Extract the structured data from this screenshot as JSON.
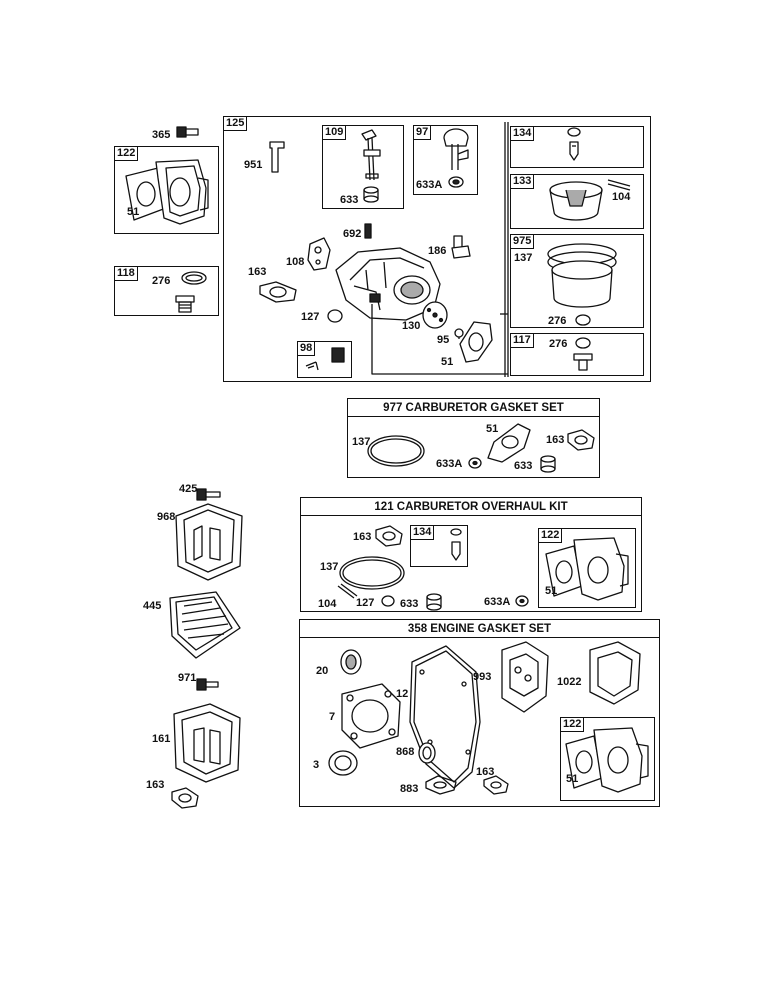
{
  "groups": {
    "carb_box": "125",
    "g122_top": "122",
    "g118": "118",
    "g109": "109",
    "g97": "97",
    "g134": "134",
    "g133": "133",
    "g975": "975",
    "g117": "117",
    "g98": "98",
    "g134_kit": "134",
    "g122_kit": "122",
    "g122_eng": "122"
  },
  "kits": {
    "gasket_set": "977 CARBURETOR  GASKET SET",
    "overhaul_kit": "121 CARBURETOR OVERHAUL KIT",
    "engine_gasket": "358 ENGINE GASKET SET"
  },
  "labels": {
    "p365": "365",
    "p51_a": "51",
    "p276_a": "276",
    "p951": "951",
    "p633_a": "633",
    "p633A_a": "633A",
    "p692": "692",
    "p186": "186",
    "p108": "108",
    "p163_a": "163",
    "p127_a": "127",
    "p130": "130",
    "p95": "95",
    "p51_b": "51",
    "p104_a": "104",
    "p137_a": "137",
    "p276_b": "276",
    "p276_c": "276",
    "p137_b": "137",
    "p51_c": "51",
    "p163_b": "163",
    "p633A_b": "633A",
    "p633_b": "633",
    "p425": "425",
    "p968": "968",
    "p445": "445",
    "p971": "971",
    "p161": "161",
    "p163_c": "163",
    "p163_d": "163",
    "p137_c": "137",
    "p104_b": "104",
    "p127_b": "127",
    "p633_c": "633",
    "p633A_c": "633A",
    "p51_d": "51",
    "p20": "20",
    "p12": "12",
    "p993": "993",
    "p1022": "1022",
    "p7": "7",
    "p3": "3",
    "p868": "868",
    "p883": "883",
    "p163_e": "163",
    "p51_e": "51"
  }
}
